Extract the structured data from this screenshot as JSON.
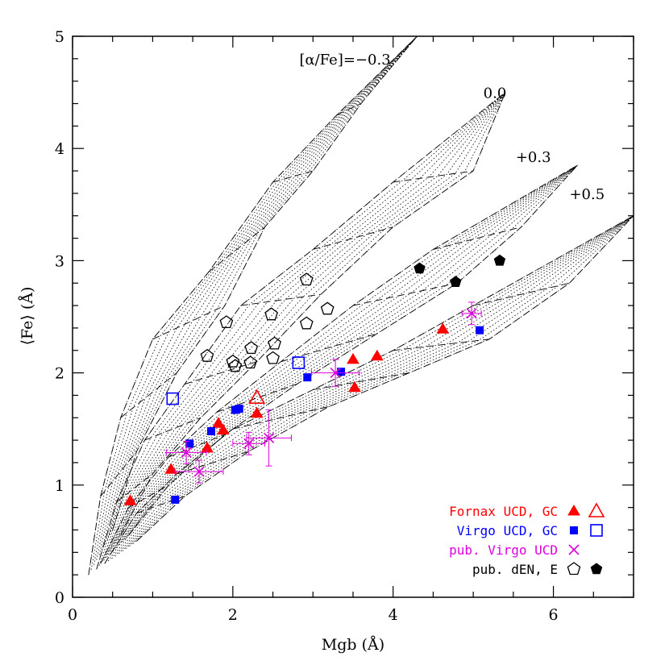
{
  "chart_data": {
    "type": "scatter",
    "xlabel": "Mgb (Å)",
    "ylabel": "⟨Fe⟩ (Å)",
    "xlim": [
      0,
      7
    ],
    "ylim": [
      0,
      5
    ],
    "xticks": [
      "0",
      "2",
      "4",
      "6"
    ],
    "yticks": [
      "0",
      "1",
      "2",
      "3",
      "4",
      "5"
    ],
    "grid": false,
    "legend_position": "bottom-right",
    "colors": {
      "fornax": "#ff0000",
      "virgo": "#0000ff",
      "pub_virgo": "#dd00dd",
      "den": "#000000"
    },
    "model_grids": [
      {
        "label": "[α/Fe]=−0.3",
        "lines": [
          [
            [
              0.2,
              0.2
            ],
            [
              0.35,
              0.9
            ],
            [
              0.6,
              1.6
            ],
            [
              1.0,
              2.3
            ],
            [
              1.7,
              2.9
            ],
            [
              2.5,
              3.7
            ],
            [
              3.3,
              4.3
            ],
            [
              4.3,
              5.0
            ]
          ],
          [
            [
              0.5,
              0.6
            ],
            [
              0.8,
              1.3
            ],
            [
              1.3,
              2.0
            ],
            [
              1.9,
              2.6
            ],
            [
              2.4,
              3.3
            ],
            [
              3.0,
              3.8
            ],
            [
              3.6,
              4.4
            ],
            [
              4.3,
              5.0
            ]
          ]
        ]
      },
      {
        "label": "0.0",
        "lines": [
          [
            [
              0.3,
              0.25
            ],
            [
              0.55,
              0.85
            ],
            [
              0.9,
              1.4
            ],
            [
              1.4,
              1.9
            ],
            [
              2.1,
              2.6
            ],
            [
              3.0,
              3.1
            ],
            [
              4.0,
              3.7
            ],
            [
              5.4,
              4.5
            ]
          ],
          [
            [
              0.6,
              0.55
            ],
            [
              1.0,
              1.1
            ],
            [
              1.6,
              1.6
            ],
            [
              2.3,
              2.1
            ],
            [
              3.1,
              2.7
            ],
            [
              4.0,
              3.3
            ],
            [
              5.0,
              3.8
            ],
            [
              5.4,
              4.5
            ]
          ]
        ]
      },
      {
        "label": "+0.3",
        "lines": [
          [
            [
              0.35,
              0.3
            ],
            [
              0.7,
              0.8
            ],
            [
              1.2,
              1.25
            ],
            [
              1.8,
              1.65
            ],
            [
              2.6,
              2.1
            ],
            [
              3.5,
              2.6
            ],
            [
              4.5,
              3.1
            ],
            [
              6.3,
              3.85
            ]
          ],
          [
            [
              0.7,
              0.55
            ],
            [
              1.2,
              1.0
            ],
            [
              1.9,
              1.45
            ],
            [
              2.8,
              1.9
            ],
            [
              3.8,
              2.35
            ],
            [
              4.8,
              2.8
            ],
            [
              5.6,
              3.3
            ],
            [
              6.3,
              3.85
            ]
          ]
        ]
      },
      {
        "label": "+0.5",
        "lines": [
          [
            [
              0.4,
              0.3
            ],
            [
              0.8,
              0.75
            ],
            [
              1.3,
              1.1
            ],
            [
              2.0,
              1.5
            ],
            [
              3.0,
              1.85
            ],
            [
              4.0,
              2.2
            ],
            [
              5.0,
              2.6
            ],
            [
              7.0,
              3.4
            ]
          ],
          [
            [
              0.8,
              0.5
            ],
            [
              1.4,
              0.9
            ],
            [
              2.2,
              1.3
            ],
            [
              3.2,
              1.7
            ],
            [
              4.2,
              2.0
            ],
            [
              5.2,
              2.3
            ],
            [
              6.2,
              2.8
            ],
            [
              7.0,
              3.4
            ]
          ]
        ]
      }
    ],
    "series": [
      {
        "name": "Fornax UCD",
        "marker": "filled-triangle",
        "color": "#ff0000",
        "points": [
          [
            0.72,
            0.86
          ],
          [
            1.23,
            1.14
          ],
          [
            1.68,
            1.33
          ],
          [
            1.82,
            1.55
          ],
          [
            1.88,
            1.49
          ],
          [
            2.3,
            1.64
          ],
          [
            3.5,
            2.12
          ],
          [
            3.8,
            2.15
          ],
          [
            3.52,
            1.87
          ],
          [
            4.62,
            2.39
          ]
        ]
      },
      {
        "name": "Fornax GC",
        "marker": "open-triangle",
        "color": "#ff0000",
        "points": [
          [
            2.3,
            1.78
          ]
        ]
      },
      {
        "name": "Virgo UCD",
        "marker": "filled-square",
        "color": "#0000ff",
        "points": [
          [
            1.28,
            0.87
          ],
          [
            1.46,
            1.37
          ],
          [
            1.73,
            1.48
          ],
          [
            2.03,
            1.67
          ],
          [
            2.08,
            1.68
          ],
          [
            2.93,
            1.96
          ],
          [
            3.35,
            2.01
          ],
          [
            5.08,
            2.38
          ]
        ]
      },
      {
        "name": "Virgo GC",
        "marker": "open-square",
        "color": "#0000ff",
        "points": [
          [
            1.25,
            1.77
          ],
          [
            2.82,
            2.09
          ]
        ]
      },
      {
        "name": "pub. Virgo UCD",
        "marker": "cross",
        "color": "#dd00dd",
        "points": [
          {
            "x": 1.42,
            "y": 1.29,
            "xerr": 0.25,
            "yerr": 0.1
          },
          {
            "x": 1.58,
            "y": 1.12,
            "xerr": 0.3,
            "yerr": 0.1
          },
          {
            "x": 2.2,
            "y": 1.37,
            "xerr": 0.2,
            "yerr": 0.1
          },
          {
            "x": 2.45,
            "y": 1.42,
            "xerr": 0.28,
            "yerr": 0.25
          },
          {
            "x": 3.28,
            "y": 2.0,
            "xerr": 0.3,
            "yerr": 0.12
          },
          {
            "x": 4.98,
            "y": 2.53,
            "xerr": 0.12,
            "yerr": 0.1
          }
        ]
      },
      {
        "name": "pub. dEN",
        "marker": "open-pentagon",
        "color": "#000000",
        "points": [
          [
            1.68,
            2.15
          ],
          [
            1.92,
            2.45
          ],
          [
            2.0,
            2.1
          ],
          [
            2.03,
            2.06
          ],
          [
            2.22,
            2.09
          ],
          [
            2.23,
            2.22
          ],
          [
            2.48,
            2.52
          ],
          [
            2.5,
            2.13
          ],
          [
            2.52,
            2.26
          ],
          [
            2.92,
            2.44
          ],
          [
            2.92,
            2.83
          ],
          [
            3.18,
            2.57
          ]
        ]
      },
      {
        "name": "pub. E",
        "marker": "filled-pentagon",
        "color": "#000000",
        "points": [
          [
            4.33,
            2.93
          ],
          [
            4.78,
            2.81
          ],
          [
            5.33,
            3.0
          ]
        ]
      }
    ],
    "legend": [
      {
        "text": "Fornax UCD, GC",
        "color": "#ff0000",
        "markers": [
          "filled-triangle",
          "open-triangle"
        ]
      },
      {
        "text": "Virgo UCD, GC",
        "color": "#0000ff",
        "markers": [
          "filled-square",
          "open-square"
        ]
      },
      {
        "text": "pub. Virgo UCD",
        "color": "#dd00dd",
        "markers": [
          "cross"
        ]
      },
      {
        "text": "pub. dEN, E",
        "color": "#000000",
        "markers": [
          "open-pentagon",
          "filled-pentagon"
        ]
      }
    ]
  }
}
